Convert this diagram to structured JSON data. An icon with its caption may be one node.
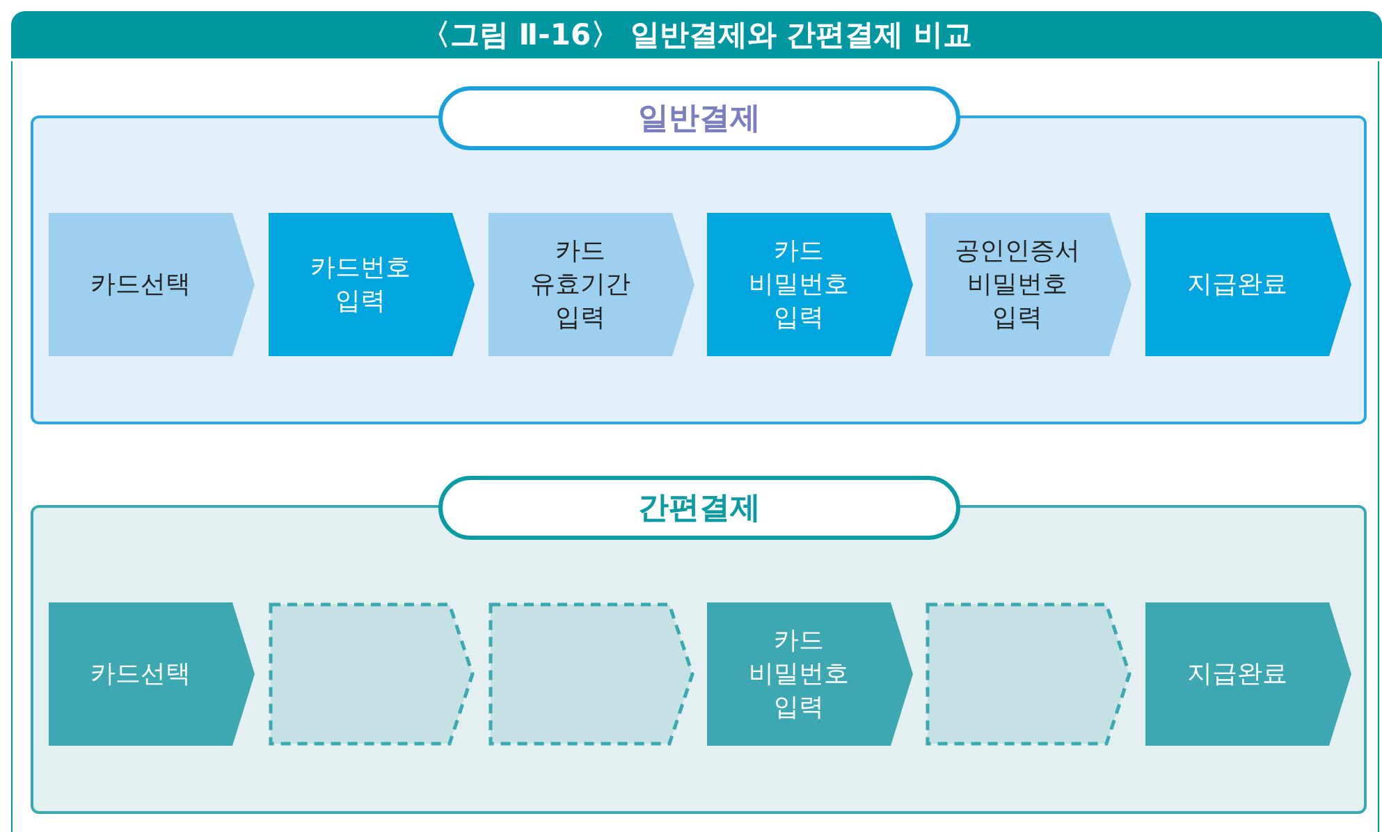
{
  "diagram": {
    "title": "〈그림 Ⅱ-16〉 일반결제와 간편결제 비교",
    "nodes": [
      {
        "text": [
          "일반결제"
        ]
      },
      {
        "text": [
          "카드선택"
        ],
        "in": 0
      },
      {
        "text": [
          "카드번호 입력"
        ],
        "in": 0
      },
      {
        "text": [
          "카드 유효기간 입력"
        ],
        "in": 0
      },
      {
        "text": [
          "카드 비밀번호 입력"
        ],
        "in": 0
      },
      {
        "text": [
          "공인인증서 비밀번호 입력"
        ],
        "in": 0
      },
      {
        "text": [
          "지급완료"
        ],
        "in": 0
      },
      {
        "text": [
          "간편결제"
        ]
      },
      {
        "text": [
          "카드선택"
        ],
        "in": 7
      },
      {
        "text": [],
        "shape": "chevron",
        "in": 7
      },
      {
        "text": [],
        "shape": "chevron",
        "in": 7
      },
      {
        "text": [
          "카드 비밀번호 입력"
        ],
        "in": 7
      },
      {
        "text": [],
        "shape": "chevron",
        "in": 7
      },
      {
        "text": [
          "지급완료"
        ],
        "in": 7
      }
    ],
    "edges": []
  }
}
